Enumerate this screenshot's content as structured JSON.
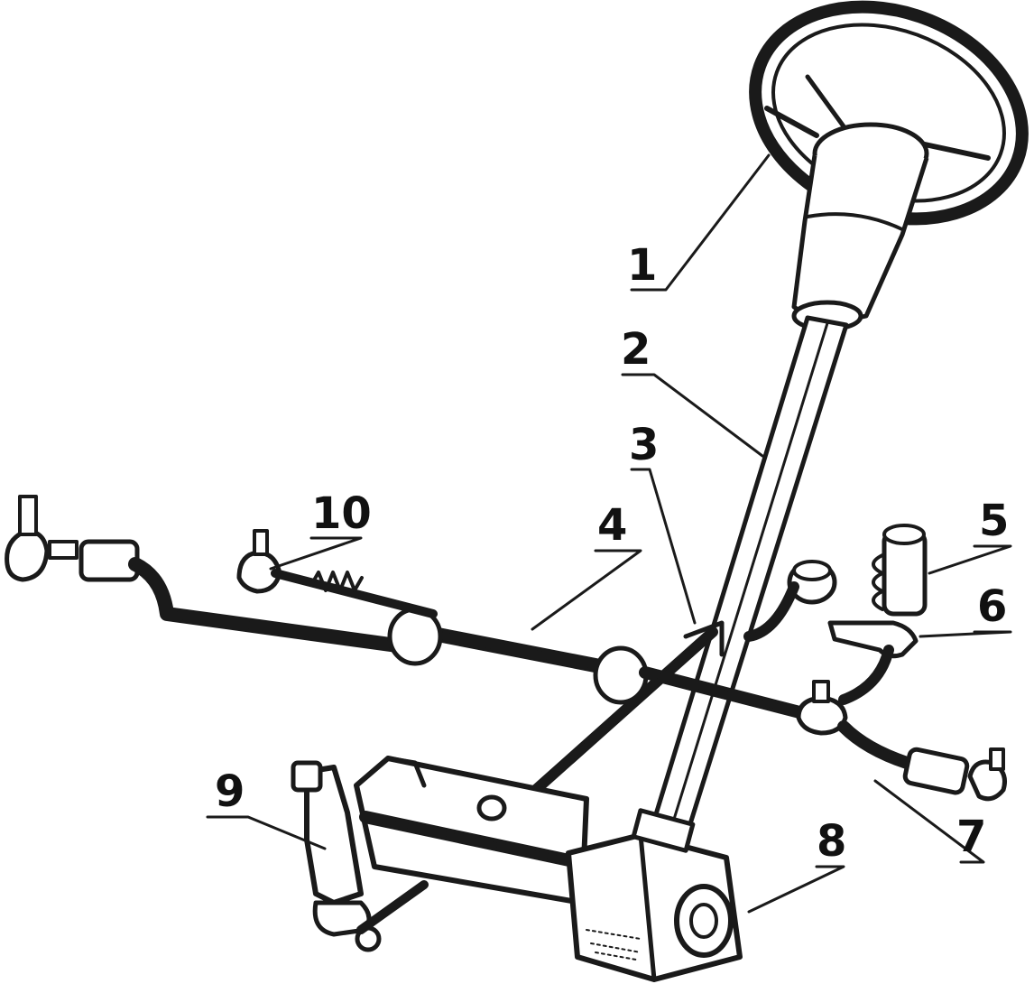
{
  "figure": {
    "labels": [
      {
        "id": "1",
        "text": "1"
      },
      {
        "id": "2",
        "text": "2"
      },
      {
        "id": "3",
        "text": "3"
      },
      {
        "id": "4",
        "text": "4"
      },
      {
        "id": "5",
        "text": "5"
      },
      {
        "id": "6",
        "text": "6"
      },
      {
        "id": "7",
        "text": "7"
      },
      {
        "id": "8",
        "text": "8"
      },
      {
        "id": "9",
        "text": "9"
      },
      {
        "id": "10",
        "text": "10"
      }
    ]
  },
  "colors": {
    "ink": "#1a1a1a",
    "background": "#ffffff"
  }
}
